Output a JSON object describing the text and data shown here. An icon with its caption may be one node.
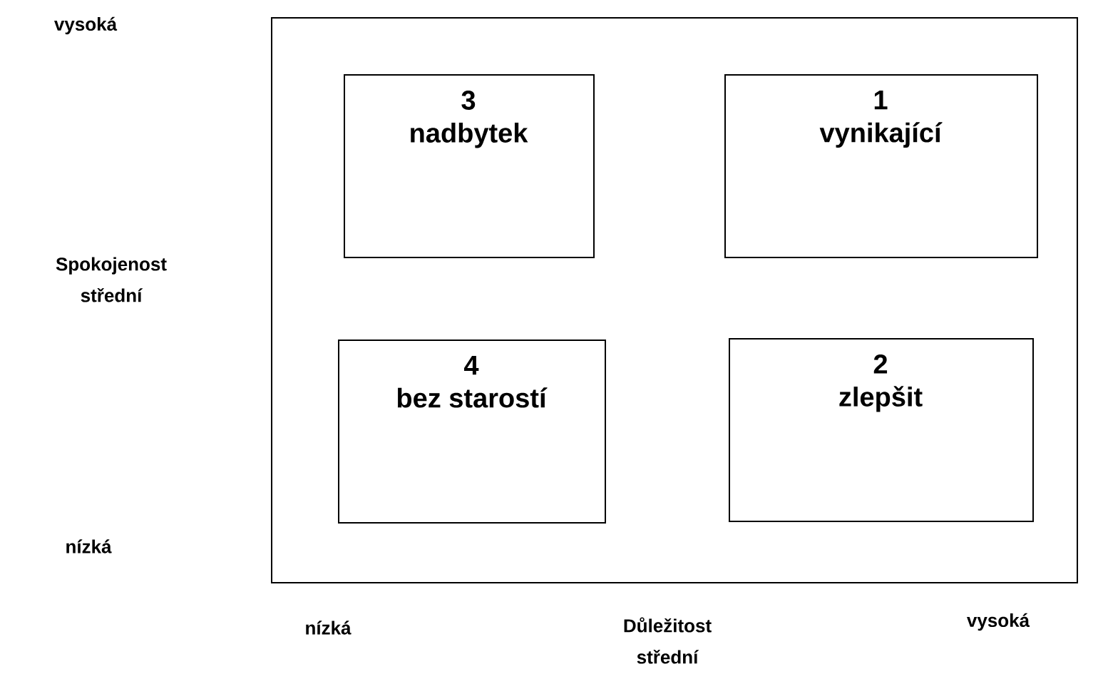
{
  "diagram": {
    "nodes": [
      {
        "text": [],
        "shape": "box"
      },
      {
        "text": [
          "3",
          "nadbytek"
        ],
        "in": 0
      },
      {
        "text": [
          "1",
          "vynikající"
        ],
        "in": 0
      },
      {
        "text": [
          "4",
          "bez starostí"
        ],
        "in": 0
      },
      {
        "text": [
          "2",
          "zlepšit"
        ],
        "in": 0
      }
    ],
    "edges": [],
    "labels": [
      "vysoká",
      "Spokojenost střední",
      "nízká",
      "nízká",
      "Důležitost střední",
      "vysoká"
    ]
  }
}
